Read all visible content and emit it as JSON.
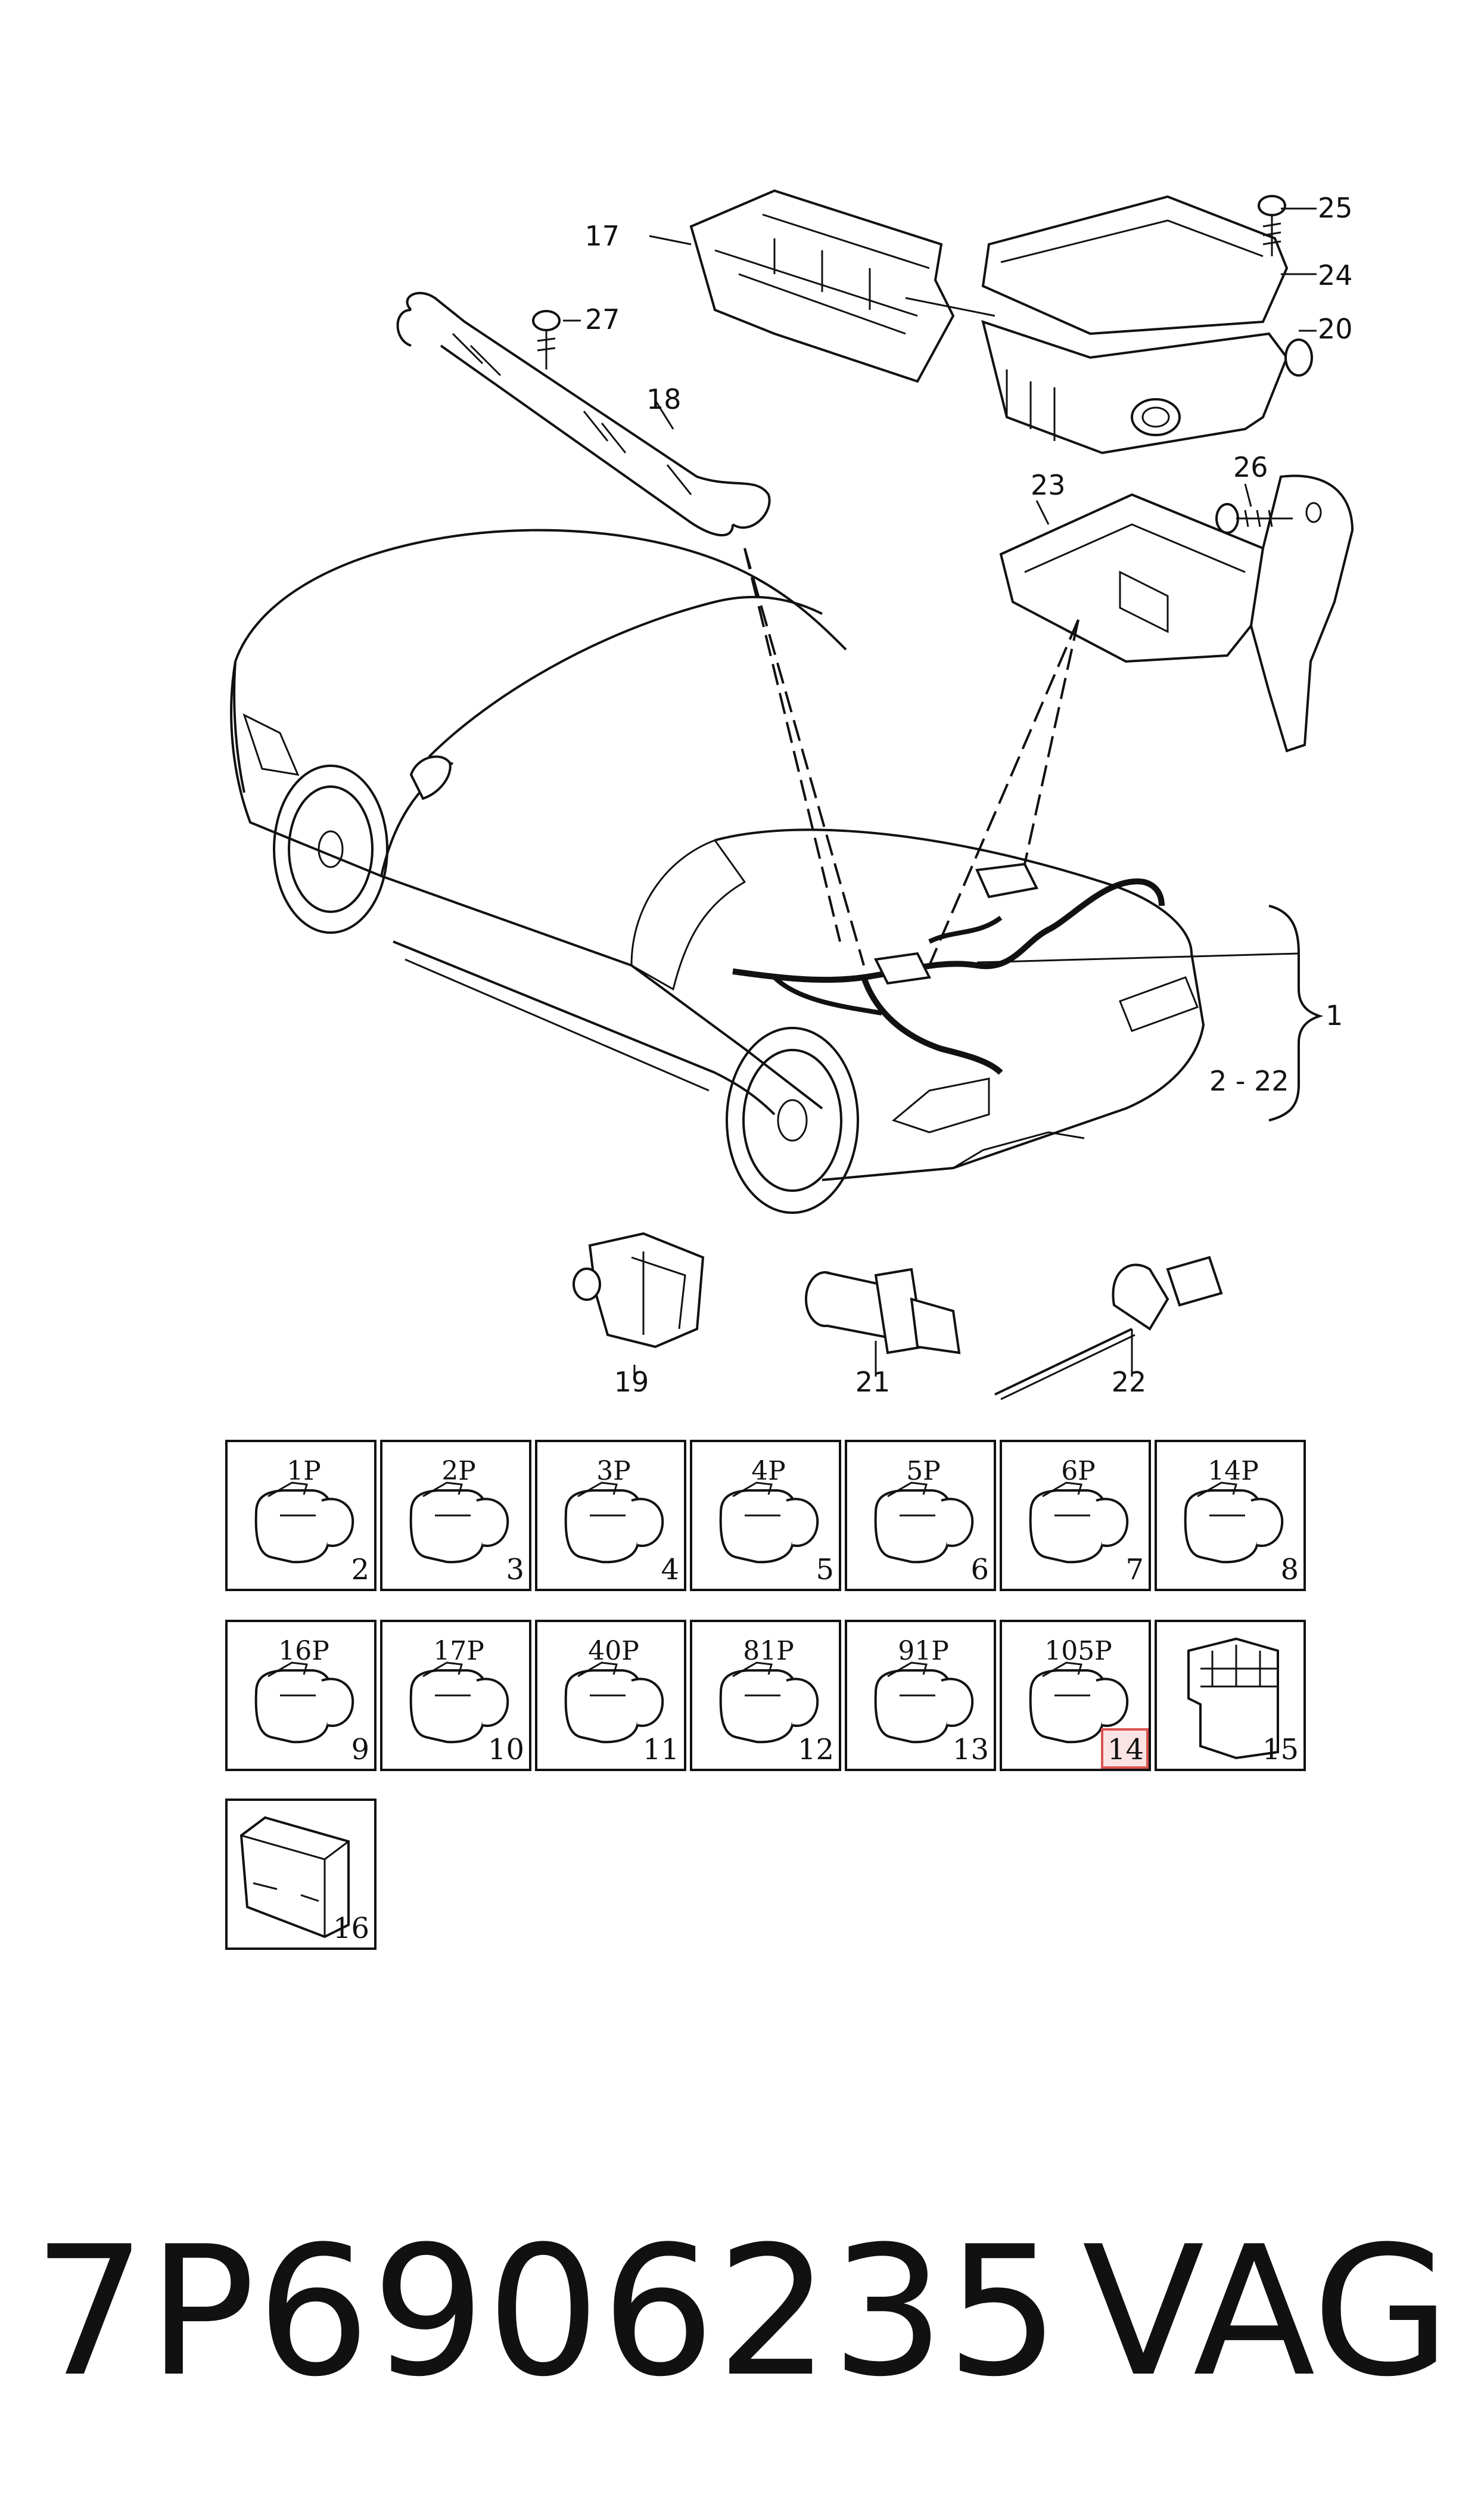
{
  "callouts": {
    "c1": "1",
    "c2_22": "2 - 22",
    "c17": "17",
    "c18": "18",
    "c19": "19",
    "c20": "20",
    "c21": "21",
    "c22": "22",
    "c23": "23",
    "c24": "24",
    "c25": "25",
    "c26": "26",
    "c27": "27"
  },
  "grid": [
    {
      "label": "1P",
      "num": "2"
    },
    {
      "label": "2P",
      "num": "3"
    },
    {
      "label": "3P",
      "num": "4"
    },
    {
      "label": "4P",
      "num": "5"
    },
    {
      "label": "5P",
      "num": "6"
    },
    {
      "label": "6P",
      "num": "7"
    },
    {
      "label": "14P",
      "num": "8"
    },
    {
      "label": "16P",
      "num": "9"
    },
    {
      "label": "17P",
      "num": "10"
    },
    {
      "label": "40P",
      "num": "11"
    },
    {
      "label": "81P",
      "num": "12"
    },
    {
      "label": "91P",
      "num": "13"
    },
    {
      "label": "105P",
      "num": "14"
    },
    {
      "label": "",
      "num": "15"
    },
    {
      "label": "",
      "num": "16"
    }
  ],
  "highlight": {
    "num": "14",
    "color": "#d9534f"
  },
  "footer": {
    "part_number": "7P6906235",
    "brand": "VAG"
  }
}
